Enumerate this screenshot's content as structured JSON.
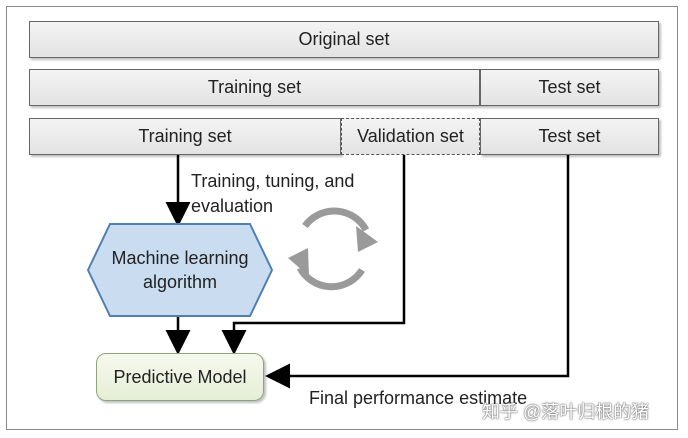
{
  "diagram": {
    "original_set": "Original set",
    "row2": {
      "training": "Training set",
      "test": "Test set"
    },
    "row3": {
      "training": "Training set",
      "validation": "Validation set",
      "test": "Test set"
    },
    "loop_caption_line1": "Training, tuning, and",
    "loop_caption_line2": "evaluation",
    "algorithm_line1": "Machine learning",
    "algorithm_line2": "algorithm",
    "model": "Predictive Model",
    "final_caption": "Final performance estimate",
    "watermark": "知乎 @落叶归根的猪"
  },
  "colors": {
    "hexagon_fill": "#c9dcf0",
    "hexagon_stroke": "#4f7fb3",
    "model_fill": "#e9f1dc",
    "loop_gray": "#9a9a9a"
  }
}
